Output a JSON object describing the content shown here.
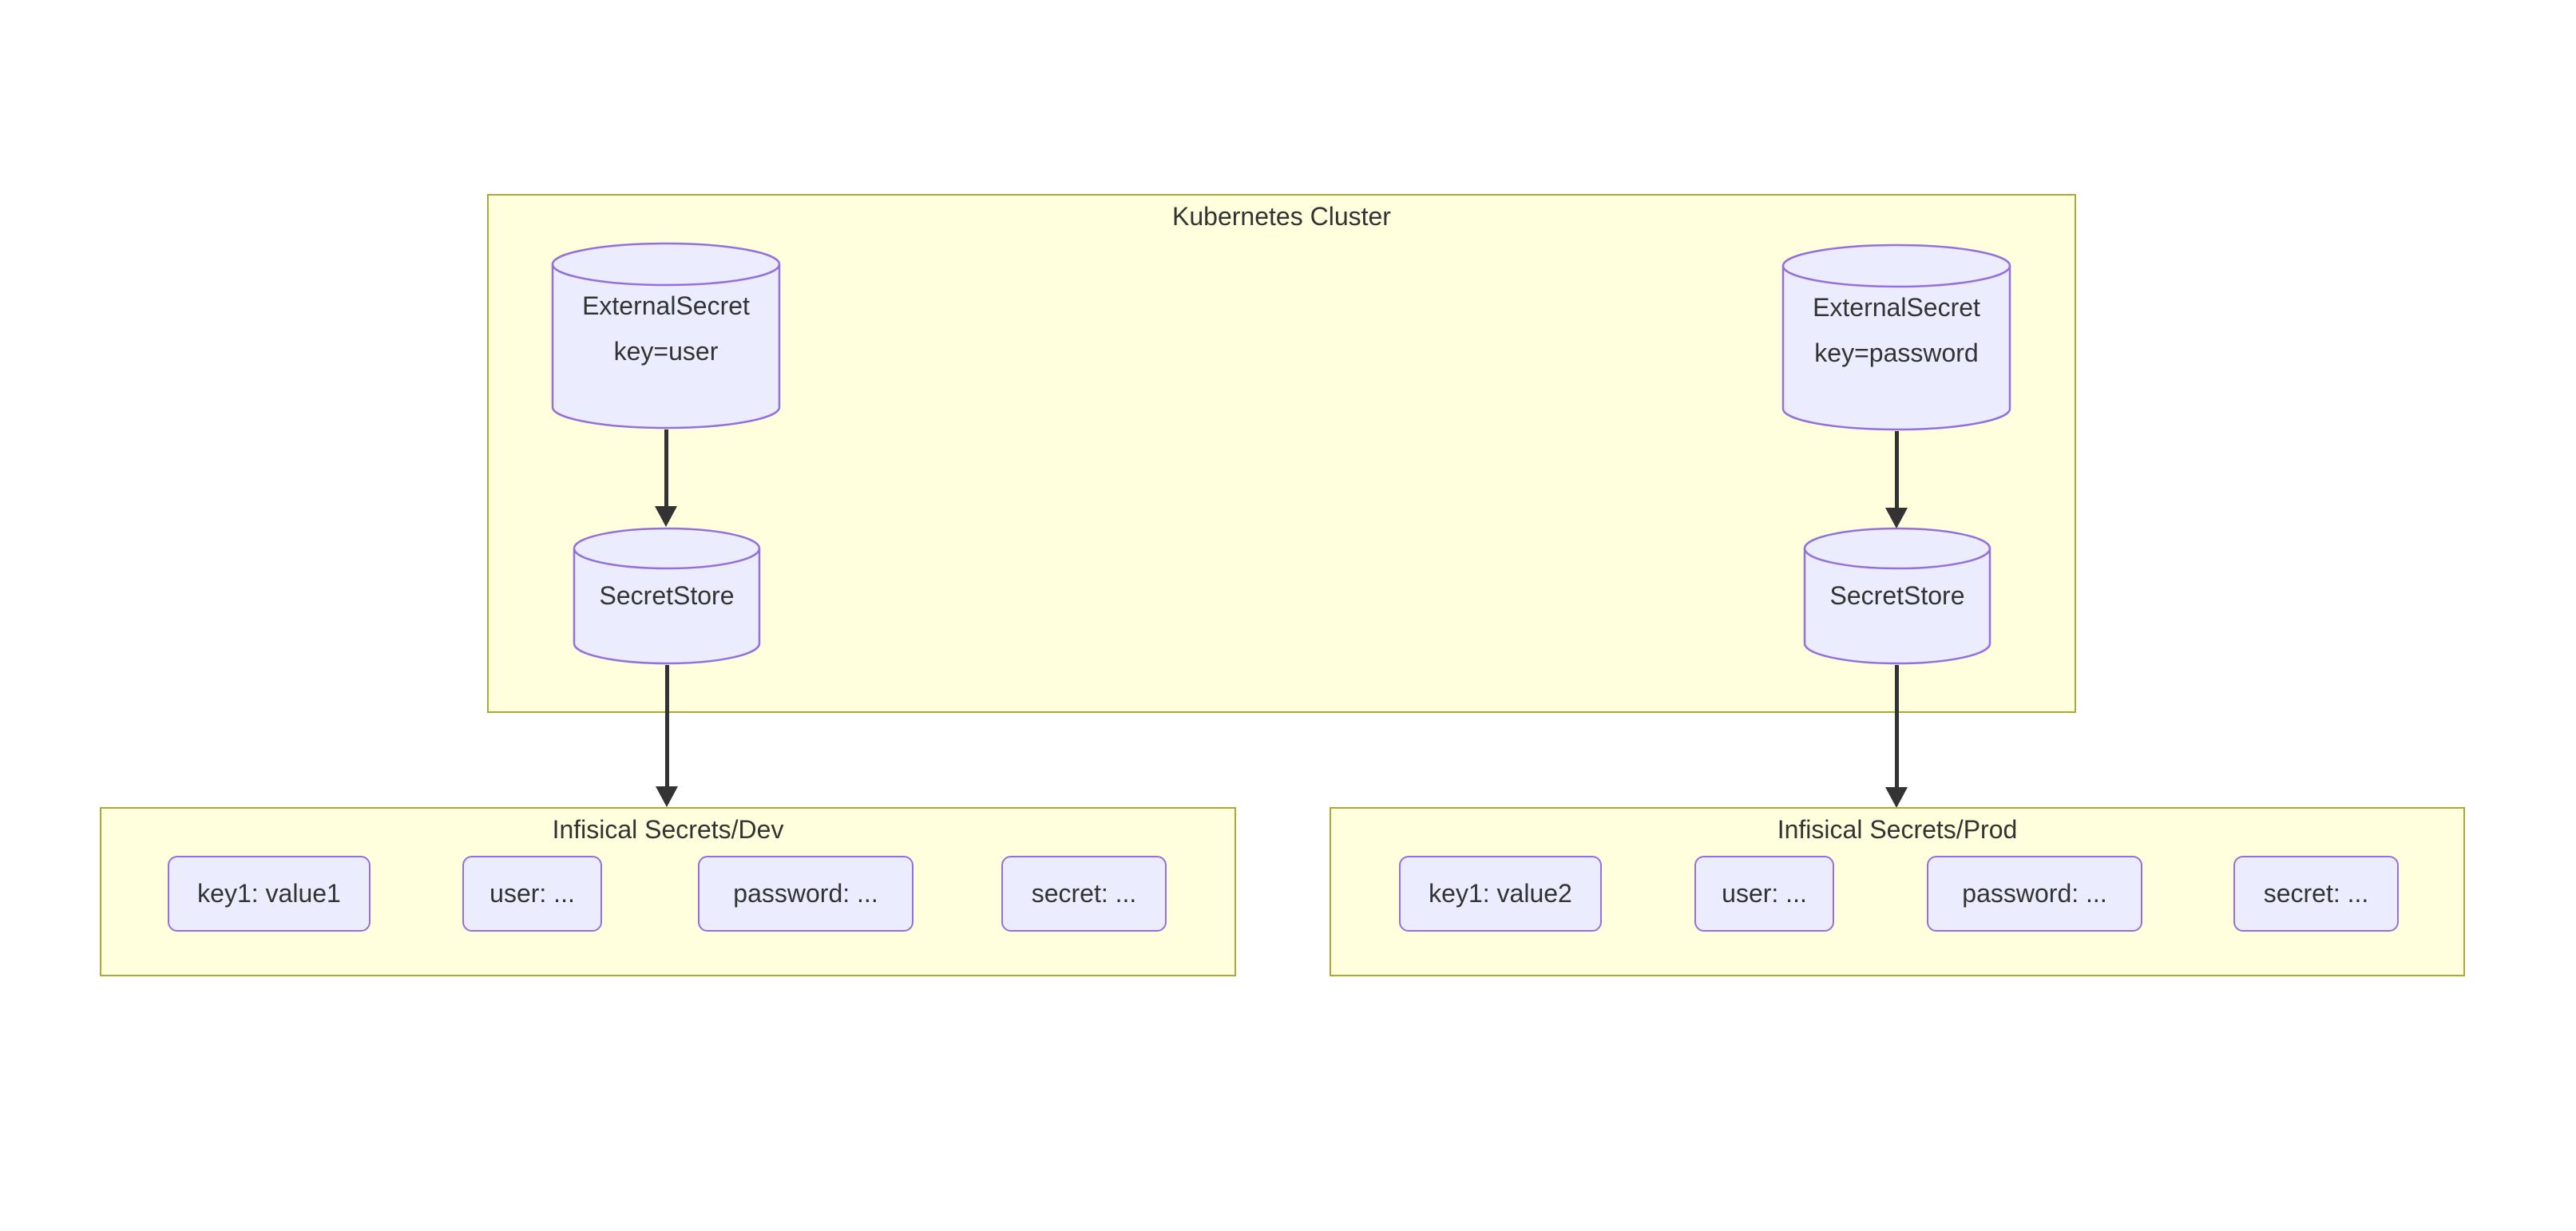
{
  "colors": {
    "background": "#ffffff",
    "cluster_fill": "#ffffde",
    "cluster_border": "#aaaa33",
    "node_fill": "#ececff",
    "node_border": "#9370db",
    "edge": "#333333",
    "text": "#333333"
  },
  "cluster": {
    "title": "Kubernetes Cluster",
    "cylinders": [
      {
        "label": "ExternalSecret",
        "sublabel": "key=user"
      },
      {
        "label": "SecretStore"
      },
      {
        "label": "ExternalSecret",
        "sublabel": "key=password"
      },
      {
        "label": "SecretStore"
      }
    ]
  },
  "groups": [
    {
      "title": "Infisical Secrets/Dev",
      "nodes": [
        "key1: value1",
        "user: ...",
        "password: ...",
        "secret: ..."
      ]
    },
    {
      "title": "Infisical Secrets/Prod",
      "nodes": [
        "key1: value2",
        "user: ...",
        "password: ...",
        "secret: ..."
      ]
    }
  ],
  "edges": [
    {
      "from": "ExternalSecret key=user",
      "to": "SecretStore (left)"
    },
    {
      "from": "SecretStore (left)",
      "to": "Infisical Secrets/Dev"
    },
    {
      "from": "ExternalSecret key=password",
      "to": "SecretStore (right)"
    },
    {
      "from": "SecretStore (right)",
      "to": "Infisical Secrets/Prod"
    }
  ]
}
